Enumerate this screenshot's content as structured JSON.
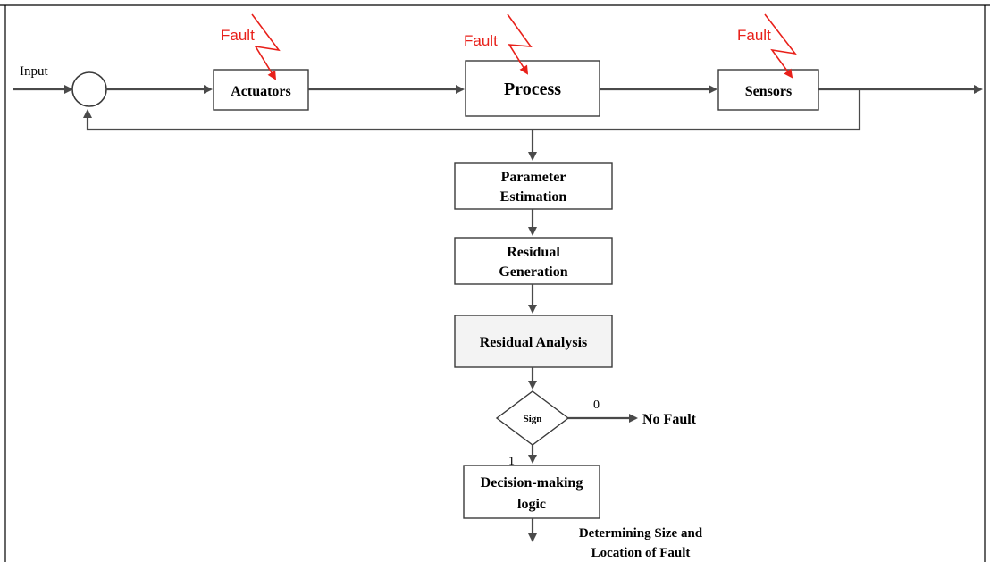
{
  "nodes": {
    "input": "Input",
    "actuators": "Actuators",
    "process": "Process",
    "sensors": "Sensors",
    "param_1": "Parameter",
    "param_2": "Estimation",
    "resgen_1": "Residual",
    "resgen_2": "Generation",
    "resanalysis": "Residual Analysis",
    "sign": "Sign",
    "no_fault": "No Fault",
    "decision_1": "Decision-making",
    "decision_2": "logic",
    "output_1": "Determining Size and",
    "output_2": "Location of Fault"
  },
  "faults": {
    "actuators": "Fault",
    "process": "Fault",
    "sensors": "Fault"
  },
  "branches": {
    "zero": "0",
    "one": "1"
  },
  "colors": {
    "fault": "#e8201a",
    "line": "#4a4a4a",
    "shaded_box": "#f3f3f3"
  }
}
